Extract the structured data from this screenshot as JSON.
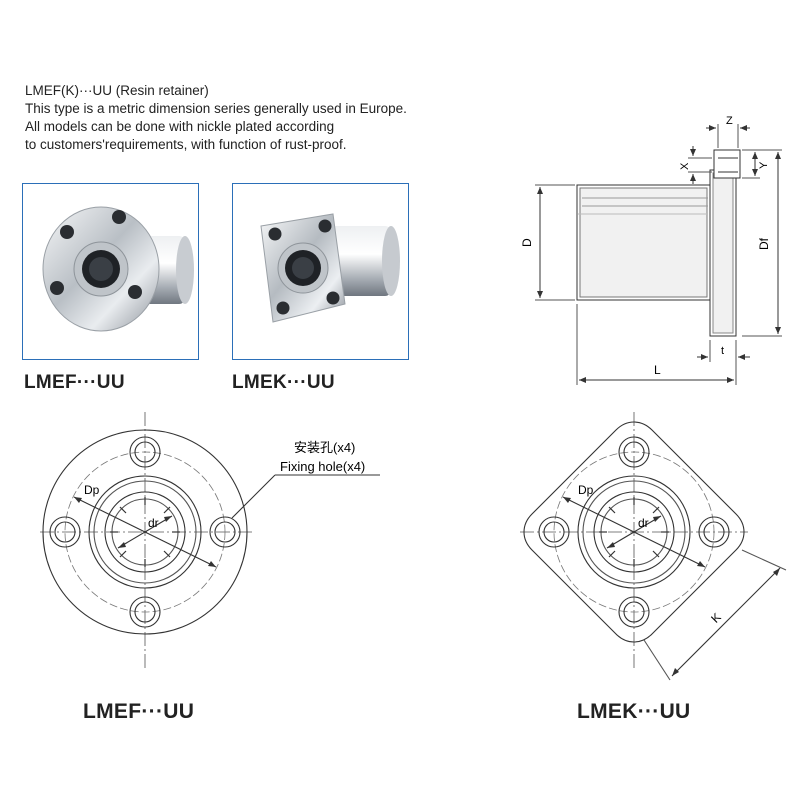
{
  "description": {
    "line1": "LMEF(K)···UU (Resin retainer)",
    "line2": "This type is a metric dimension series generally used in Europe.",
    "line3": "All models can be done with nickle plated according",
    "line4": "to customers'requirements, with function of rust-proof."
  },
  "photos": {
    "round": {
      "caption": "LMEF···UU"
    },
    "square": {
      "caption": "LMEK···UU"
    }
  },
  "side_view": {
    "labels": {
      "z": "Z",
      "x": "X",
      "y": "Y",
      "d": "D",
      "df": "Df",
      "t": "t",
      "l": "L"
    }
  },
  "round_view": {
    "callout_cn": "安装孔(x4)",
    "callout_en": "Fixing hole(x4)",
    "label_dp": "Dp",
    "label_dr": "dr",
    "caption": "LMEF···UU"
  },
  "square_view": {
    "label_dp": "Dp",
    "label_dr": "dr",
    "label_k": "K",
    "caption": "LMEK···UU"
  },
  "colors": {
    "photo_border": "#2b6fb8",
    "line": "#333333"
  }
}
